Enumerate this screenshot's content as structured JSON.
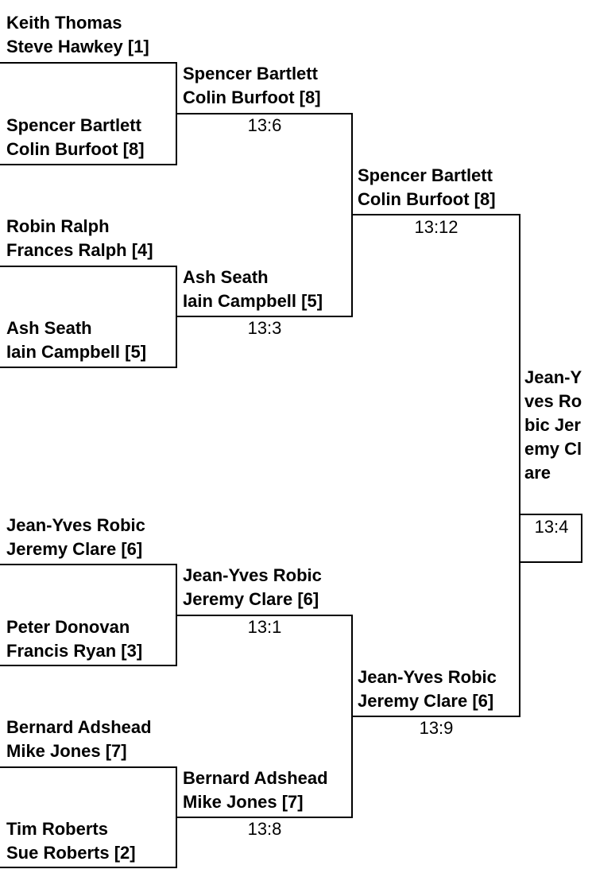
{
  "round1": [
    {
      "p1": "Keith Thomas",
      "p2": "Steve Hawkey [1]"
    },
    {
      "p1": "Spencer Bartlett",
      "p2": "Colin Burfoot [8]"
    },
    {
      "p1": "Robin Ralph",
      "p2": "Frances Ralph [4]"
    },
    {
      "p1": "Ash Seath",
      "p2": "Iain Campbell [5]"
    },
    {
      "p1": "Jean-Yves Robic",
      "p2": "Jeremy Clare [6]"
    },
    {
      "p1": "Peter Donovan",
      "p2": "Francis Ryan [3]"
    },
    {
      "p1": "Bernard Adshead",
      "p2": "Mike Jones [7]"
    },
    {
      "p1": "Tim Roberts",
      "p2": "Sue Roberts [2]"
    }
  ],
  "round2": [
    {
      "p1": "Spencer Bartlett",
      "p2": "Colin Burfoot [8]",
      "score": "13:6"
    },
    {
      "p1": "Ash Seath",
      "p2": "Iain Campbell [5]",
      "score": "13:3"
    },
    {
      "p1": "Jean-Yves Robic",
      "p2": "Jeremy Clare [6]",
      "score": "13:1"
    },
    {
      "p1": "Bernard Adshead",
      "p2": "Mike Jones [7]",
      "score": "13:8"
    }
  ],
  "round3": [
    {
      "p1": "Spencer Bartlett",
      "p2": "Colin Burfoot [8]",
      "score": "13:12"
    },
    {
      "p1": "Jean-Yves Robic",
      "p2": "Jeremy Clare [6]",
      "score": "13:9"
    }
  ],
  "final": {
    "name": "Jean-Yves Robic Jeremy Clare",
    "score": "13:4"
  }
}
